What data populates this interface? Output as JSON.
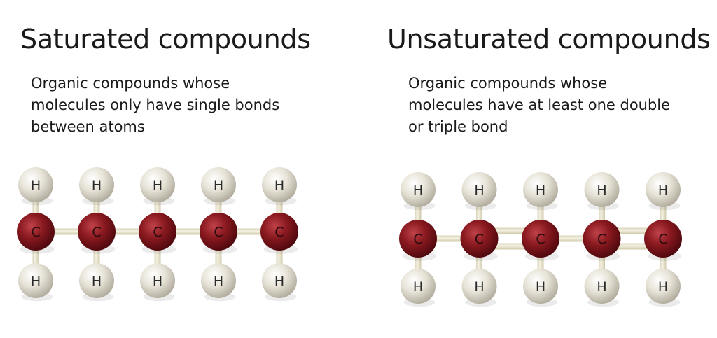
{
  "saturated": {
    "title": "Saturated compounds",
    "description_lines": [
      "Organic compounds whose",
      "molecules only have single bonds",
      "between atoms"
    ],
    "carbon_label": "C",
    "hydrogen_label": "H",
    "carbon_count": 5,
    "bond_types": [
      "single",
      "single",
      "single",
      "single"
    ]
  },
  "unsaturated": {
    "title": "Unsaturated compounds",
    "description_lines": [
      "Organic compounds whose",
      "molecules have at least one double",
      "or triple bond"
    ],
    "carbon_label": "C",
    "hydrogen_label": "H",
    "carbon_count": 5,
    "bond_types": [
      "single",
      "double",
      "single",
      "double"
    ]
  },
  "colors": {
    "carbon": "#8a1a20",
    "hydrogen": "#e2ddd0",
    "bond": "#e9e4cc"
  }
}
